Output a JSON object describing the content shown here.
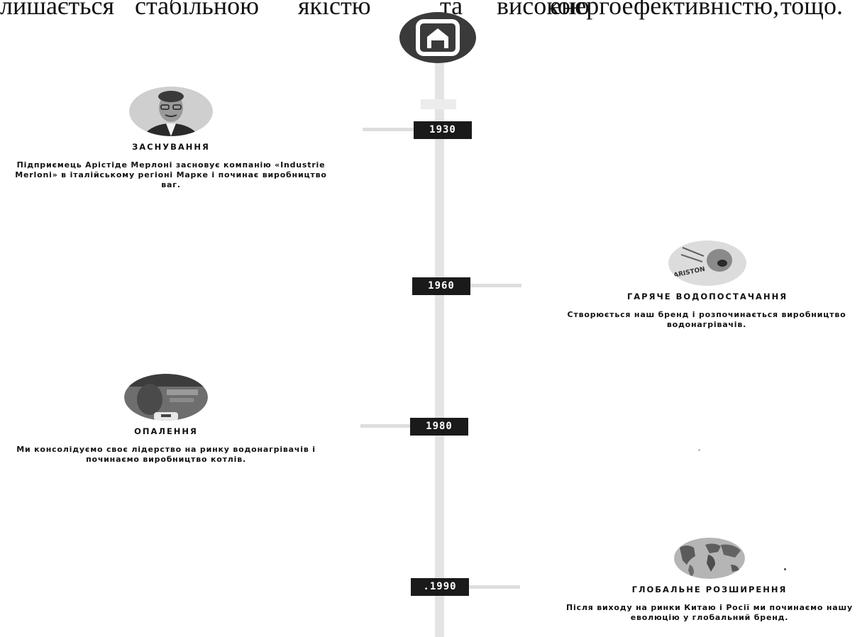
{
  "header_text": {
    "words": [
      "лишається",
      "стабільною",
      "якістю",
      "та",
      "високою",
      "енергоефективністю,",
      "тощо."
    ]
  },
  "timeline": {
    "events": [
      {
        "year": "1930",
        "title": "ЗАСНУВАННЯ",
        "description": "Підприємець Арістіде Мерлоні засновує компанію «Industrie Merloni» в італійському регіоні Марке і починає виробництво ваг.",
        "photo": "portrait-of-founder"
      },
      {
        "year": "1960",
        "title": "ГАРЯЧЕ ВОДОПОСТАЧАННЯ",
        "description": "Створюється наш бренд і розпочинається виробництво водонагрівачів.",
        "photo": "ariston-brand-photo",
        "photo_text": "ARISTON"
      },
      {
        "year": "1980",
        "title": "ОПАЛЕННЯ",
        "description": "Ми консолідуємо своє лідерство на ринку водонагрівачів і починаємо виробництво котлів.",
        "photo": "heating-advertisement-photo"
      },
      {
        "year": ".1990",
        "title": "ГЛОБАЛЬНЕ РОЗШИРЕННЯ",
        "description": "Після виходу на ринки Китаю і Росії ми починаємо нашу еволюцію у глобальний бренд.",
        "photo": "world-map-globe"
      }
    ]
  },
  "icons": {
    "top_badge": "home-icon"
  },
  "colors": {
    "badge": "#3a3a3a",
    "year_tag": "#1a1a1a",
    "spine": "#e4e4e4"
  }
}
